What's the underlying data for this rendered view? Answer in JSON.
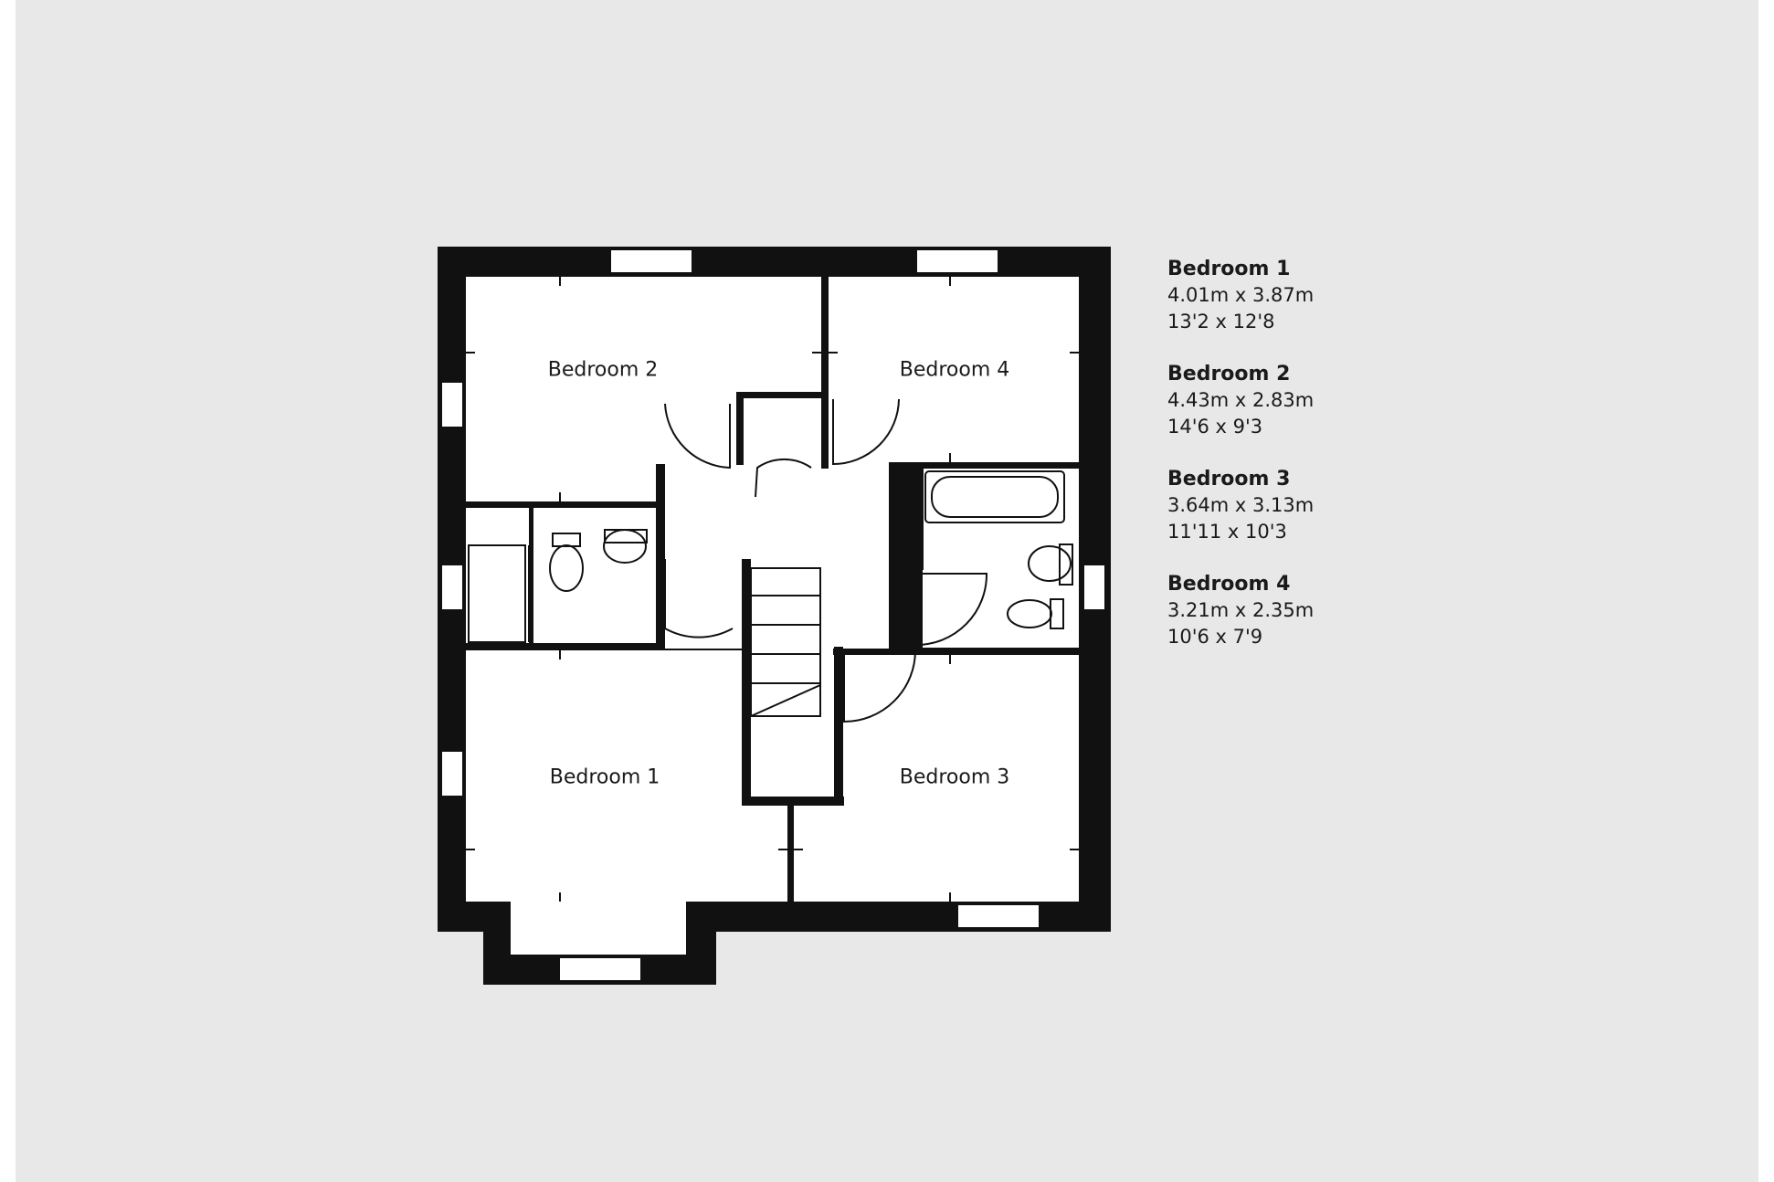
{
  "plan": {
    "rooms": {
      "bedroom_2": "Bedroom 2",
      "bedroom_4": "Bedroom 4",
      "bedroom_1": "Bedroom 1",
      "bedroom_3": "Bedroom 3"
    }
  },
  "legend": [
    {
      "name": "Bedroom 1",
      "metric": "4.01m x 3.87m",
      "imperial": "13'2 x 12'8"
    },
    {
      "name": "Bedroom 2",
      "metric": "4.43m x 2.83m",
      "imperial": "14'6 x 9'3"
    },
    {
      "name": "Bedroom 3",
      "metric": "3.64m x 3.13m",
      "imperial": "11'11 x 10'3"
    },
    {
      "name": "Bedroom 4",
      "metric": "3.21m x 2.35m",
      "imperial": "10'6 x 7'9"
    }
  ],
  "colors": {
    "wall": "#111111",
    "background": "#e8e8e8",
    "floor": "#ffffff"
  }
}
